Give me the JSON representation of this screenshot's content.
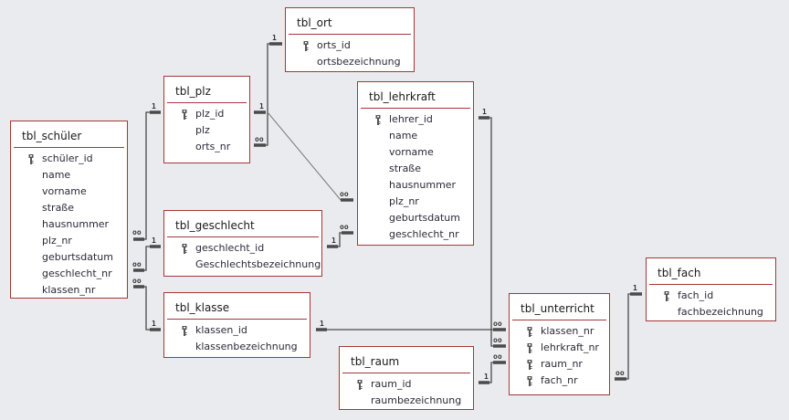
{
  "tables": {
    "schueler": {
      "title": "tbl_schüler",
      "fields": [
        {
          "name": "schüler_id",
          "pk": true
        },
        {
          "name": "name"
        },
        {
          "name": "vorname"
        },
        {
          "name": "straße"
        },
        {
          "name": "hausnummer"
        },
        {
          "name": "plz_nr"
        },
        {
          "name": "geburtsdatum"
        },
        {
          "name": "geschlecht_nr"
        },
        {
          "name": "klassen_nr"
        }
      ]
    },
    "plz": {
      "title": "tbl_plz",
      "fields": [
        {
          "name": "plz_id",
          "pk": true
        },
        {
          "name": "plz"
        },
        {
          "name": "orts_nr"
        }
      ]
    },
    "ort": {
      "title": "tbl_ort",
      "fields": [
        {
          "name": "orts_id",
          "pk": true
        },
        {
          "name": "ortsbezeichnung"
        }
      ]
    },
    "lehrkraft": {
      "title": "tbl_lehrkraft",
      "fields": [
        {
          "name": "lehrer_id",
          "pk": true
        },
        {
          "name": "name"
        },
        {
          "name": "vorname"
        },
        {
          "name": "straße"
        },
        {
          "name": "hausnummer"
        },
        {
          "name": "plz_nr"
        },
        {
          "name": "geburtsdatum"
        },
        {
          "name": "geschlecht_nr"
        }
      ]
    },
    "geschlecht": {
      "title": "tbl_geschlecht",
      "fields": [
        {
          "name": "geschlecht_id",
          "pk": true
        },
        {
          "name": "Geschlechtsbezeichnung"
        }
      ]
    },
    "klasse": {
      "title": "tbl_klasse",
      "fields": [
        {
          "name": "klassen_id",
          "pk": true
        },
        {
          "name": "klassenbezeichnung"
        }
      ]
    },
    "raum": {
      "title": "tbl_raum",
      "fields": [
        {
          "name": "raum_id",
          "pk": true
        },
        {
          "name": "raumbezeichnung"
        }
      ]
    },
    "unterricht": {
      "title": "tbl_unterricht",
      "fields": [
        {
          "name": "klassen_nr",
          "pk": true
        },
        {
          "name": "lehrkraft_nr",
          "pk": true
        },
        {
          "name": "raum_nr",
          "pk": true
        },
        {
          "name": "fach_nr",
          "pk": true
        }
      ]
    },
    "fach": {
      "title": "tbl_fach",
      "fields": [
        {
          "name": "fach_id",
          "pk": true
        },
        {
          "name": "fachbezeichnung"
        }
      ]
    }
  },
  "relationships": [
    {
      "from": "tbl_plz.plz_id",
      "to": "tbl_schüler.plz_nr",
      "one": "1",
      "many": "∞"
    },
    {
      "from": "tbl_geschlecht.geschlecht_id",
      "to": "tbl_schüler.geschlecht_nr",
      "one": "1",
      "many": "∞"
    },
    {
      "from": "tbl_klasse.klassen_id",
      "to": "tbl_schüler.klassen_nr",
      "one": "1",
      "many": "∞"
    },
    {
      "from": "tbl_ort.orts_id",
      "to": "tbl_plz.orts_nr",
      "one": "1",
      "many": "∞"
    },
    {
      "from": "tbl_plz.plz_id",
      "to": "tbl_lehrkraft.plz_nr",
      "one": "1",
      "many": "∞"
    },
    {
      "from": "tbl_geschlecht.geschlecht_id",
      "to": "tbl_lehrkraft.geschlecht_nr",
      "one": "1",
      "many": "∞"
    },
    {
      "from": "tbl_klasse.klassen_id",
      "to": "tbl_unterricht.klassen_nr",
      "one": "1",
      "many": "∞"
    },
    {
      "from": "tbl_lehrkraft.lehrer_id",
      "to": "tbl_unterricht.lehrkraft_nr",
      "one": "1",
      "many": "∞"
    },
    {
      "from": "tbl_raum.raum_id",
      "to": "tbl_unterricht.raum_nr",
      "one": "1",
      "many": "∞"
    },
    {
      "from": "tbl_fach.fach_id",
      "to": "tbl_unterricht.fach_nr",
      "one": "1",
      "many": "∞"
    }
  ],
  "labels": {
    "one": "1",
    "many": "oo"
  },
  "colors": {
    "border": "#a4373a",
    "line": "#4a4a4a",
    "background": "#e9ebee"
  }
}
